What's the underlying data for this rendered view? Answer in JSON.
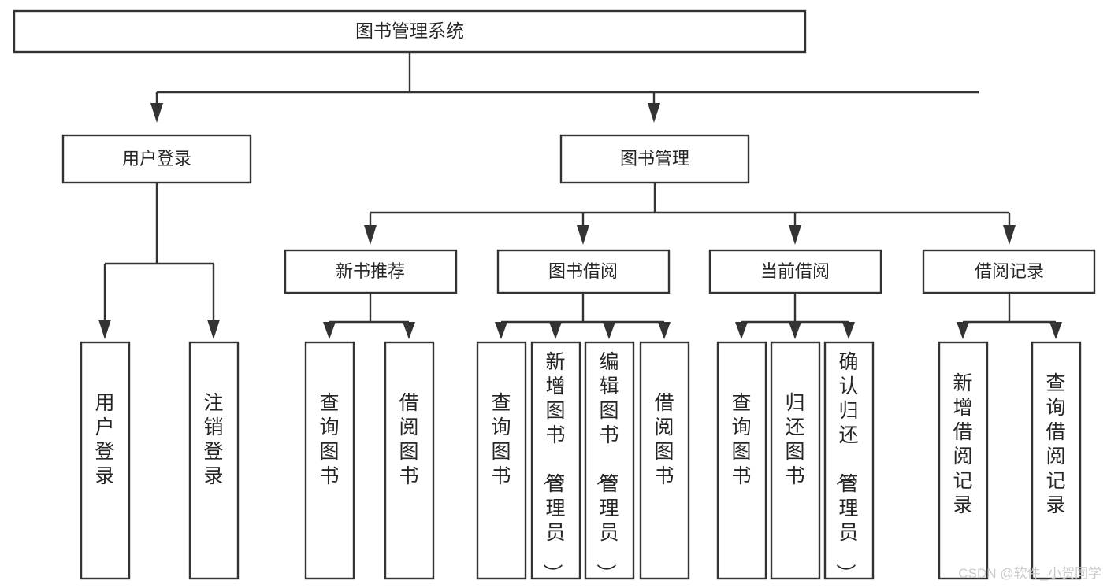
{
  "diagram": {
    "title": "图书管理系统",
    "type": "tree",
    "root": {
      "id": "root",
      "label": "图书管理系统"
    },
    "level1": [
      {
        "id": "user-login",
        "label": "用户登录"
      },
      {
        "id": "book-management",
        "label": "图书管理"
      }
    ],
    "level2": [
      {
        "id": "new-book-recommend",
        "label": "新书推荐"
      },
      {
        "id": "book-borrow",
        "label": "图书借阅"
      },
      {
        "id": "current-borrow",
        "label": "当前借阅"
      },
      {
        "id": "borrow-record",
        "label": "借阅记录"
      }
    ],
    "leaves": {
      "user_login": [
        {
          "id": "leaf-user-login",
          "label": "用户登录"
        },
        {
          "id": "leaf-logout-login",
          "label": "注销登录"
        }
      ],
      "new_book_recommend": [
        {
          "id": "leaf-query-book-1",
          "label": "查询图书"
        },
        {
          "id": "leaf-borrow-book-1",
          "label": "借阅图书"
        }
      ],
      "book_borrow": [
        {
          "id": "leaf-query-book-2",
          "label": "查询图书"
        },
        {
          "id": "leaf-add-book",
          "label": "新增图书（管理员）"
        },
        {
          "id": "leaf-edit-book",
          "label": "编辑图书（管理员）"
        },
        {
          "id": "leaf-borrow-book-2",
          "label": "借阅图书"
        }
      ],
      "current_borrow": [
        {
          "id": "leaf-query-book-3",
          "label": "查询图书"
        },
        {
          "id": "leaf-return-book",
          "label": "归还图书"
        },
        {
          "id": "leaf-confirm-return",
          "label": "确认归还（管理员）"
        }
      ],
      "borrow_record": [
        {
          "id": "leaf-add-record",
          "label": "新增借阅记录"
        },
        {
          "id": "leaf-query-record",
          "label": "查询借阅记录"
        }
      ]
    }
  },
  "watermark": {
    "text": "CSDN @软件_小贺同学"
  },
  "colors": {
    "background": "#ffffff",
    "box_fill": "#ffffff",
    "box_stroke": "#333333",
    "text": "#262626",
    "watermark": "#c9c9c9"
  }
}
